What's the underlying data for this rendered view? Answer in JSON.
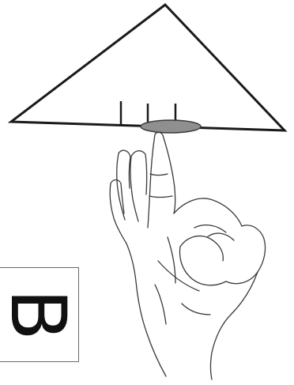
{
  "panel": {
    "label": "B"
  },
  "colors": {
    "outline": "#1a1a1a",
    "balance_point": "#8f8f8f",
    "hand_sketch": "#3a3a3a",
    "box_border": "#6a6a6a"
  },
  "icons": {
    "triangle": "triangle-shape",
    "hand": "hand-sketch",
    "contact": "balance-point-ellipse"
  }
}
